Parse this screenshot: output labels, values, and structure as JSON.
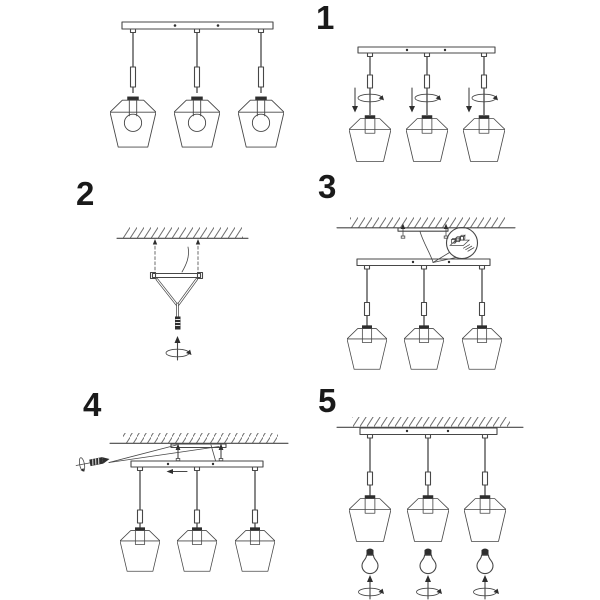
{
  "colors": {
    "background": "#ffffff",
    "line": "#474747",
    "dark": "#2e2e2e",
    "hatch": "#6f6f6f",
    "label": "#1a1a1a"
  },
  "steps": [
    {
      "label": "1"
    },
    {
      "label": "2"
    },
    {
      "label": "3"
    },
    {
      "label": "4"
    },
    {
      "label": "5"
    }
  ],
  "icons": {
    "rotate": "rotate-arrow-icon",
    "down": "down-arrow-icon",
    "left": "left-arrow-icon",
    "screw": "screw-icon",
    "terminal": "terminal-block-icon"
  }
}
